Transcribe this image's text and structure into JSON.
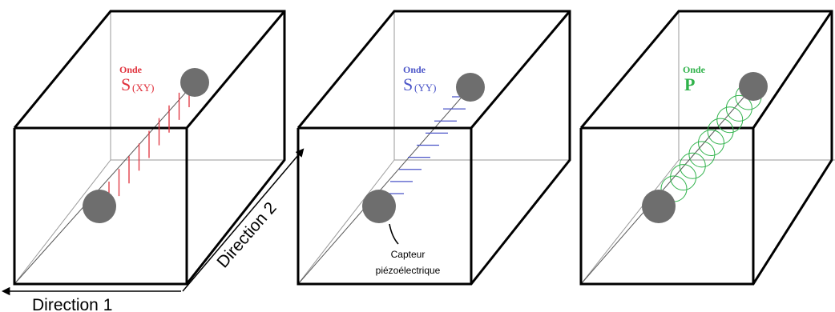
{
  "axes": {
    "direction1": "Direction 1",
    "direction2": "Direction 2"
  },
  "sensor_label": {
    "line1": "Capteur",
    "line2": "piézoélectrique"
  },
  "panels": [
    {
      "onde": "Onde",
      "wave_letter": "S",
      "wave_sub": "(XY)",
      "color": "#e0313c",
      "polarization": "vertical"
    },
    {
      "onde": "Onde",
      "wave_letter": "S",
      "wave_sub": "(YY)",
      "color": "#4b55c8",
      "polarization": "horizontal"
    },
    {
      "onde": "Onde",
      "wave_letter": "P",
      "wave_sub": "",
      "color": "#2fb24a",
      "polarization": "compression"
    }
  ],
  "sensor_color": "#6e6e6e"
}
